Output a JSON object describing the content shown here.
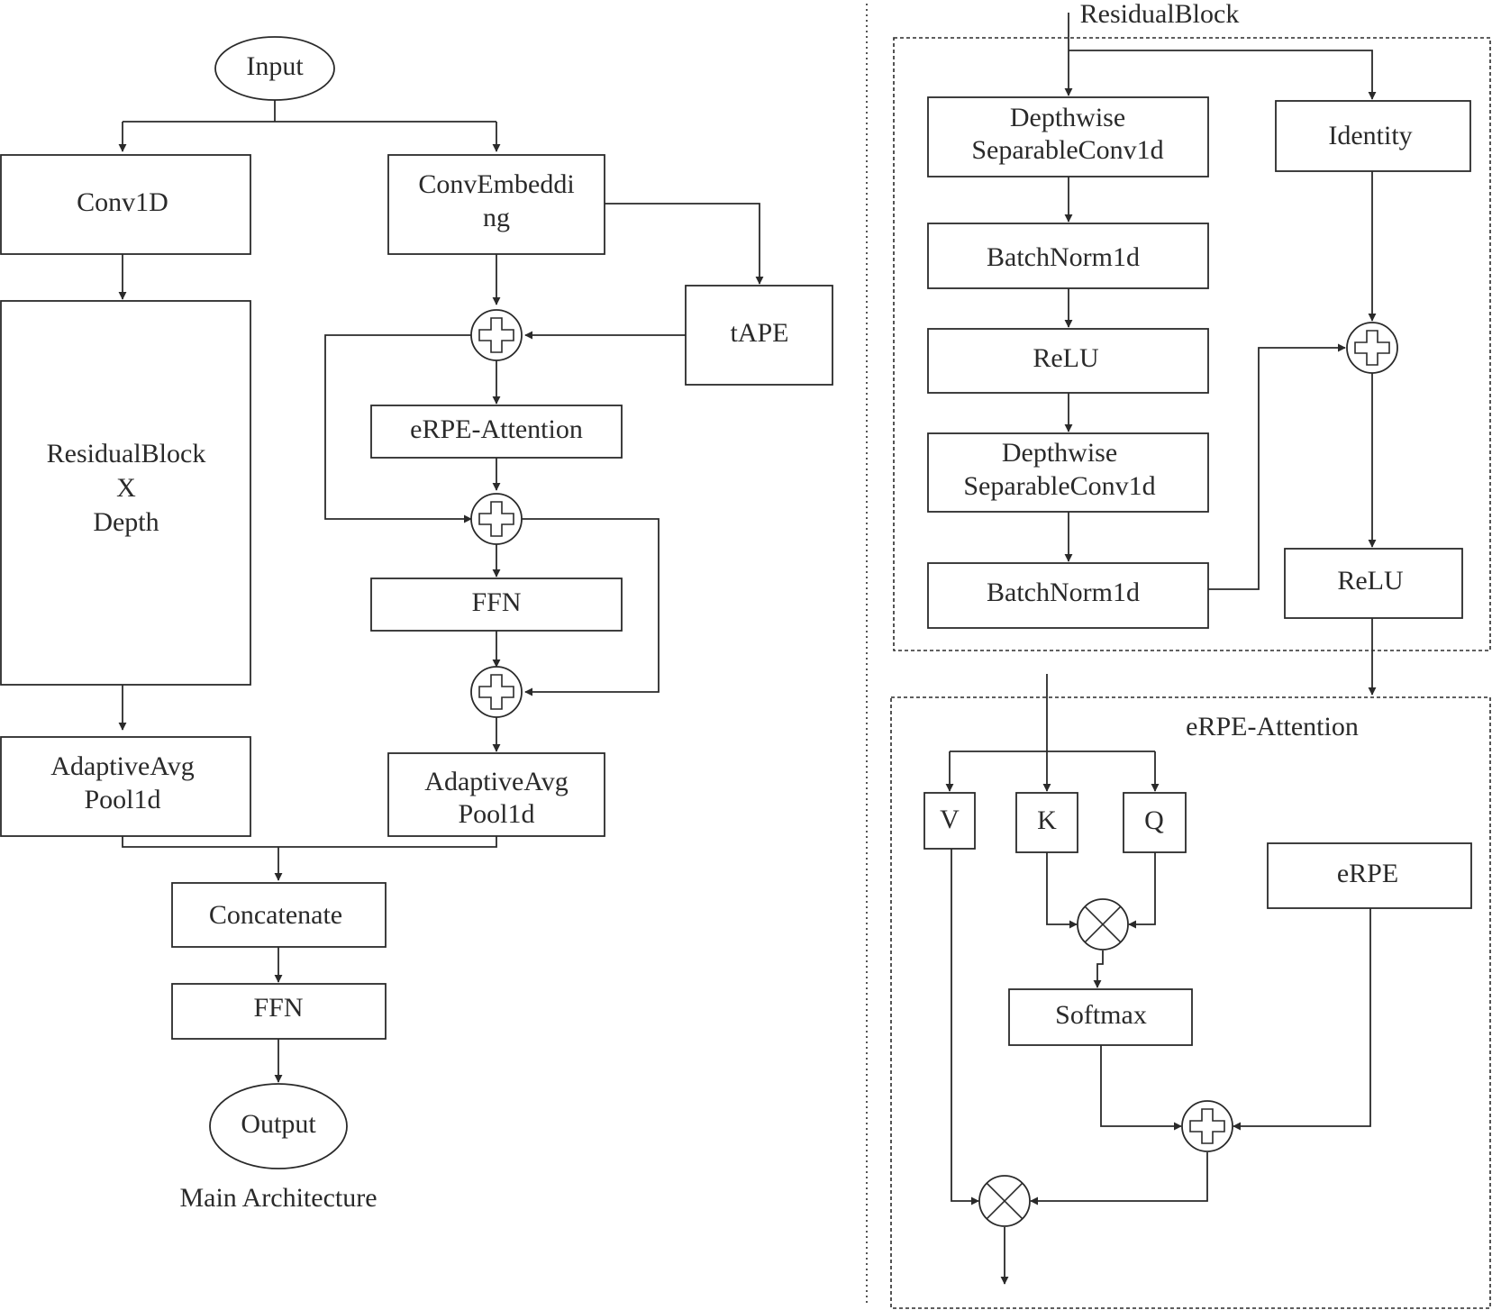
{
  "main": {
    "input": "Input",
    "conv1d": "Conv1D",
    "convembedding_l1": "ConvEmbeddi",
    "convembedding_l2": "ng",
    "tape": "tAPE",
    "erpe_attention": "eRPE-Attention",
    "residualblock_l1": "ResidualBlock",
    "residualblock_l2": "X",
    "residualblock_l3": "Depth",
    "ffn_inner": "FFN",
    "adaptive_left_l1": "AdaptiveAvg",
    "adaptive_left_l2": "Pool1d",
    "adaptive_right_l1": "AdaptiveAvg",
    "adaptive_right_l2": "Pool1d",
    "concatenate": "Concatenate",
    "ffn_outer": "FFN",
    "output": "Output",
    "caption": "Main Architecture"
  },
  "residual_block": {
    "title": "ResidualBlock",
    "dsconv1_l1": "Depthwise",
    "dsconv1_l2": "SeparableConv1d",
    "batchnorm1": "BatchNorm1d",
    "relu1": "ReLU",
    "dsconv2_l1": "Depthwise",
    "dsconv2_l2": "SeparableConv1d",
    "batchnorm2": "BatchNorm1d",
    "identity": "Identity",
    "relu2": "ReLU"
  },
  "erpe_block": {
    "title": "eRPE-Attention",
    "v": "V",
    "k": "K",
    "q": "Q",
    "erpe": "eRPE",
    "softmax": "Softmax"
  }
}
